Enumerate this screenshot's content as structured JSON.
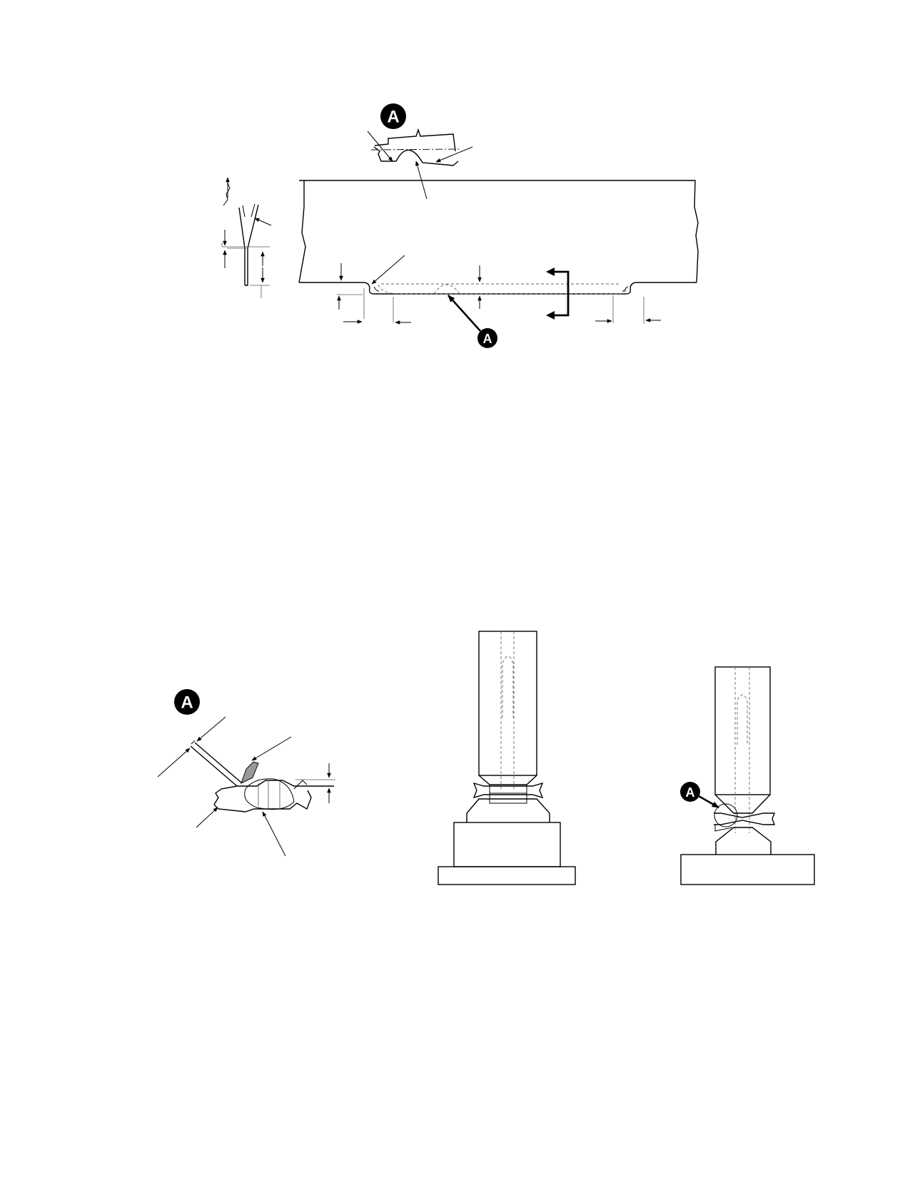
{
  "callouts": {
    "detail_a_top": "A",
    "section_a_pointer": "A",
    "detail_a_lower": "A",
    "probe_a_pointer": "A"
  }
}
